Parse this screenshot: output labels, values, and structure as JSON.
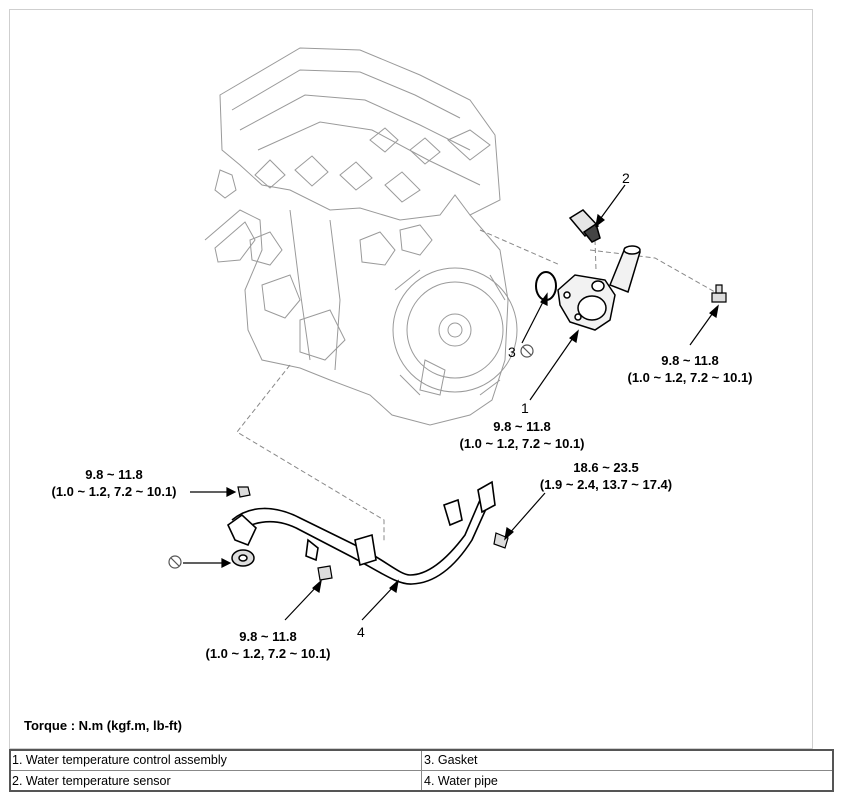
{
  "diagram": {
    "part_numbers": [
      "1",
      "2",
      "3",
      "4"
    ],
    "torque_specs": [
      {
        "line1": "9.8 ~ 11.8",
        "line2": "(1.0 ~ 1.2, 7.2 ~ 10.1)"
      },
      {
        "line1": "9.8 ~ 11.8",
        "line2": "(1.0 ~ 1.2, 7.2 ~ 10.1)"
      },
      {
        "line1": "9.8 ~ 11.8",
        "line2": "(1.0 ~ 1.2, 7.2 ~ 10.1)"
      },
      {
        "line1": "18.6 ~ 23.5",
        "line2": "(1.9 ~ 2.4, 13.7 ~ 17.4)"
      },
      {
        "line1": "9.8 ~ 11.8",
        "line2": "(1.0 ~ 1.2, 7.2 ~ 10.1)"
      }
    ],
    "torque_unit_label": "Torque : N.m (kgf.m, lb-ft)",
    "icons": [
      "do-not-reuse-icon"
    ]
  },
  "legend": {
    "rows": [
      [
        "1. Water temperature control assembly",
        "3. Gasket"
      ],
      [
        "2. Water temperature sensor",
        "4. Water pipe"
      ]
    ]
  }
}
